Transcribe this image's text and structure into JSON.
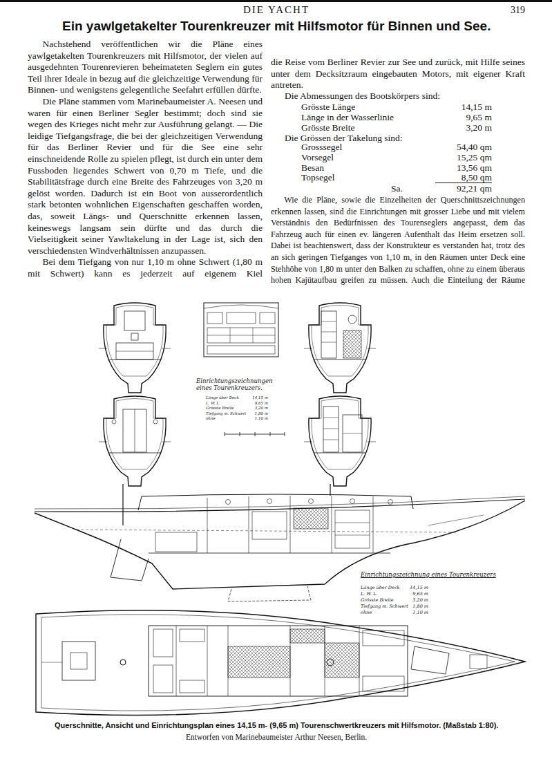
{
  "diagram": {
    "title": "Ein yawlgetakelter Tourenkreuzer mit Hilfsmotor für Binnen und See.",
    "caption": "Querschnitte, Ansicht und Einrichtungsplan eines 14,15 m- (9,65 m) Tourenschwertkreuzers mit Hilfsmotor. (Maßstab 1:80).",
    "labels": [
      "DIE YACHT",
      "319",
      "Nachstehend veröffentlichen wir die Pläne eines yawlgetakelten Tourenkreuzers mit Hilfsmotor, der vielen auf ausgedehnten Tourenrevieren beheimateten Seglern ein gutes Teil ihrer Ideale in bezug auf die gleichzeitige Verwendung für Binnen- und wenigstens gelegentliche Seefahrt erfüllen dürfte.",
      "Die Pläne stammen vom Marinebaumeister A. Neesen und waren für einen Berliner Segler bestimmt; doch sind sie wegen des Krieges nicht mehr zur Ausführung gelangt. — Die leidige Tiefgangsfrage, die bei der gleichzeitigen Verwendung für das Berliner Revier und für die See eine sehr einschneidende Rolle zu spielen pflegt, ist durch ein unter dem Fussboden liegendes Schwert von 0,70 m Tiefe, und die Stabilitätsfrage durch eine Breite des Fahrzeuges von 3,20 m gelöst worden. Dadurch ist ein Boot von ausserordentlich stark betonten wohnlichen Eigenschaften geschaffen worden, das, soweit Längs- und Querschnitte erkennen lassen, keineswegs langsam sein dürfte und das durch die Vielseitigkeit seiner Yawltakelung in der Lage ist, sich den verschiedensten Windverhältnissen anzupassen.",
      "Bei dem Tiefgang von nur 1,10 m ohne Schwert (1,80 m mit Schwert) kann es jederzeit auf eigenem Kiel",
      "die Reise vom Berliner Revier zur See und zurück, mit Hilfe seines unter dem Decksitzraum eingebauten Motors, mit eigener Kraft antreten.",
      "Die Abmessungen des Bootskörpers sind:",
      "Grösste Länge",
      "14,15 m",
      "Länge in der Wasserlinie",
      "9,65 m",
      "Grösste Breite",
      "3,20 m",
      "Die Grössen der Takelung sind:",
      "Grosssegel",
      "54,40 qm",
      "Vorsegel",
      "15,25 qm",
      "Besan",
      "13,56 qm",
      "Topsegel",
      "8,50 qm",
      "Sa.",
      "92,21 qm",
      "Wie die Pläne, sowie die Einzelheiten der Querschnittszeichnungen erkennen lassen, sind die Einrichtungen mit grosser Liebe und mit vielem Verständnis den Bedürfnissen des Tourenseglers angepasst, dem das Fahrzeug auch für einen ev. längeren Aufenthalt das Heim ersetzen soll. Dabei ist beachtenswert, dass der Konstrukteur es verstanden hat, trotz des an sich geringen Tiefganges von 1,10 m, in den Räumen unter Deck eine Stehhöhe von 1,80 m unter den Balken zu schaffen, ohne zu einem überaus hohen Kajütaufbau greifen zu müssen. Auch die Einteilung der Räume",
      "Einrichtungszeichnungen eines Tourenkreuzers.",
      "Länge über Deck",
      "14,15 m",
      "L. W. L.",
      "9,65 m",
      "Grösste Breite",
      "3,20 m",
      "Tiefgang m. Schwert",
      "1,80 m",
      "ohne",
      "1,10 m",
      "Einrichtungszeichnung eines Tourenkreuzers",
      "Länge über Deck",
      "14,15 m",
      "L. W. L.",
      "9,65 m",
      "Grösste Breite",
      "3,20 m",
      "Tiefgang m. Schwert",
      "1,80 m",
      "ohne",
      "1,10 m",
      "Entworfen von Marinebaumeister Arthur Neesen, Berlin."
    ]
  }
}
